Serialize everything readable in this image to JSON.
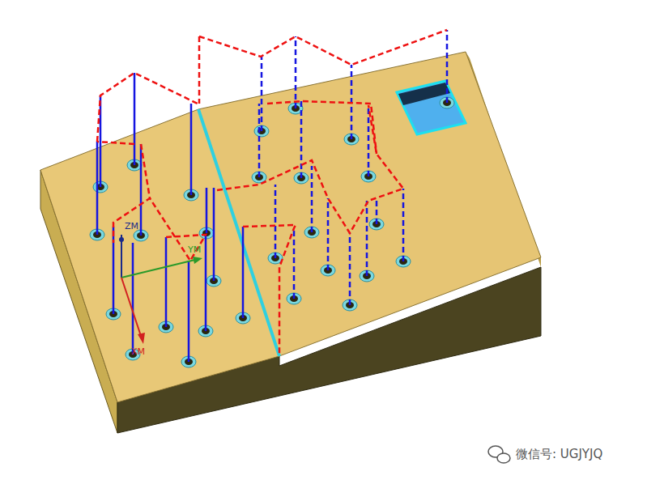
{
  "diagram": {
    "labels": [
      "ZM",
      "YM",
      "XM",
      "微信号: UGJYJQ"
    ]
  }
}
